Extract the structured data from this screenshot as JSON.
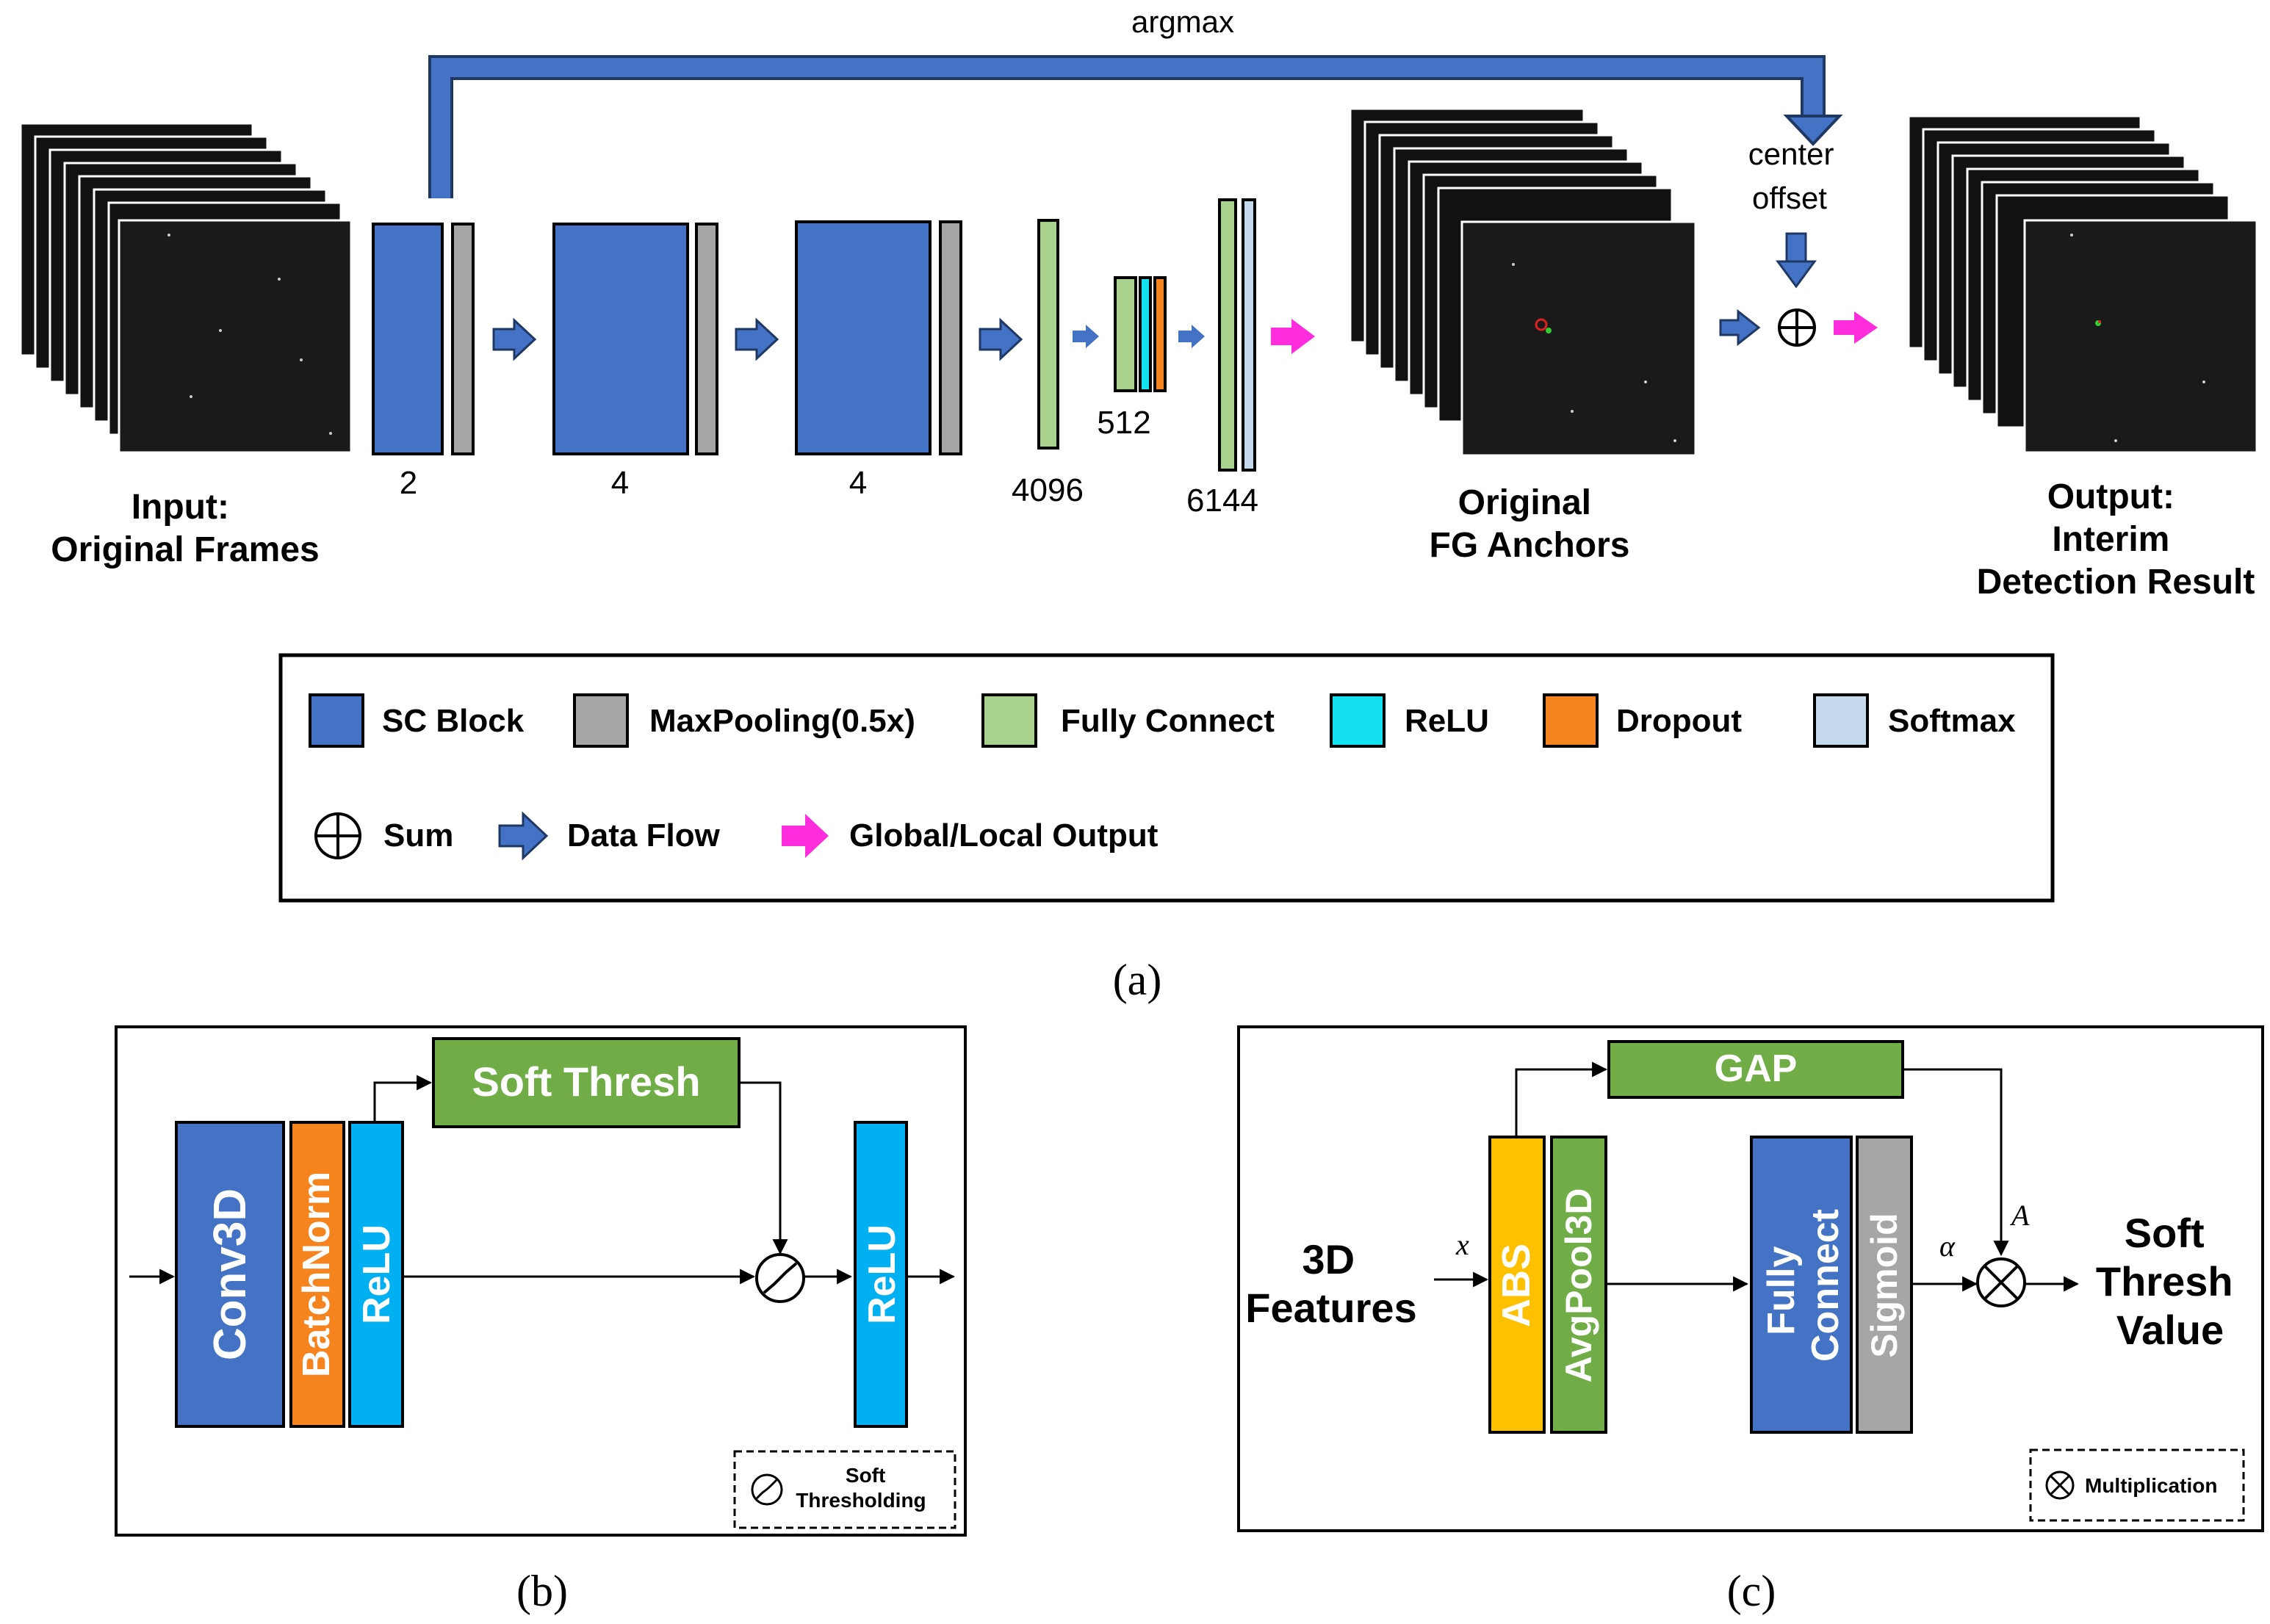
{
  "colors": {
    "sc_block": "#4472C4",
    "maxpool": "#A6A6A6",
    "fully_connect": "#A9D18E",
    "relu": "#14E1F0",
    "dropout": "#F5841F",
    "softmax": "#C5DAEC",
    "data_flow_arrow": "#4472C4",
    "output_arrow": "#FF2DDC",
    "conv3d": "#4472C4",
    "batchnorm": "#F5841F",
    "relu_b": "#00B0F0",
    "soft_thresh": "#70AD47",
    "abs": "#FFC000",
    "avgpool": "#70AD47",
    "sigmoid": "#A6A6A6"
  },
  "panel_a": {
    "argmax_label": "argmax",
    "input_label": [
      "Input:",
      "Original Frames"
    ],
    "layer_numbers": [
      "2",
      "4",
      "4",
      "4096",
      "512",
      "6144"
    ],
    "anchors_label": [
      "Original",
      "FG Anchors"
    ],
    "center_offset_label": [
      "center",
      "offset"
    ],
    "output_label": [
      "Output:",
      "Interim",
      "Detection Result"
    ],
    "caption": "(a)",
    "legend": {
      "items": [
        "SC Block",
        "MaxPooling(0.5x)",
        "Fully Connect",
        "ReLU",
        "Dropout",
        "Softmax"
      ],
      "sum": "Sum",
      "data_flow": "Data Flow",
      "global_local": "Global/Local Output"
    }
  },
  "panel_b": {
    "caption": "(b)",
    "conv3d": "Conv3D",
    "batchnorm": "BatchNorm",
    "relu": "ReLU",
    "soft_thresh": "Soft Thresh",
    "relu_out": "ReLU",
    "legend": [
      "Soft",
      "Thresholding"
    ]
  },
  "panel_c": {
    "caption": "(c)",
    "input_label": [
      "3D",
      "Features"
    ],
    "x_symbol": "x",
    "abs": "ABS",
    "avgpool": "AvgPool3D",
    "gap": "GAP",
    "fully_connect": [
      "Fully",
      "Connect"
    ],
    "sigmoid": "Sigmoid",
    "alpha_symbol": "α",
    "A_symbol": "A",
    "output_label": [
      "Soft",
      "Thresh",
      "Value"
    ],
    "legend": "Multiplication"
  }
}
